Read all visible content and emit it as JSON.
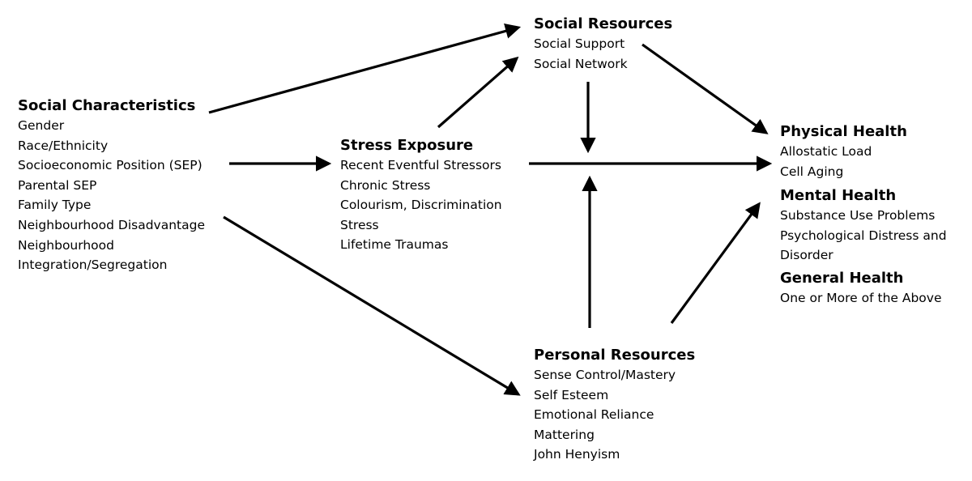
{
  "colors": {
    "background": "#ffffff",
    "ink": "#000000"
  },
  "nodes": {
    "social_characteristics": {
      "title": "Social Characteristics",
      "items": [
        "Gender",
        "Race/Ethnicity",
        "Socioeconomic Position (SEP)",
        "Parental SEP",
        "Family Type",
        "Neighbourhood Disadvantage",
        "Neighbourhood",
        "Integration/Segregation"
      ]
    },
    "stress_exposure": {
      "title": "Stress Exposure",
      "items": [
        "Recent Eventful Stressors",
        "Chronic Stress",
        "Colourism, Discrimination",
        "Stress",
        "Lifetime Traumas"
      ]
    },
    "social_resources": {
      "title": "Social Resources",
      "items": [
        "Social Support",
        "Social Network"
      ]
    },
    "personal_resources": {
      "title": "Personal Resources",
      "items": [
        "Sense Control/Mastery",
        "Self Esteem",
        "Emotional Reliance",
        "Mattering",
        "John Henyism"
      ]
    },
    "physical_health": {
      "title": "Physical Health",
      "items": [
        "Allostatic Load",
        "Cell Aging"
      ]
    },
    "mental_health": {
      "title": "Mental Health",
      "items": [
        "Substance Use Problems",
        "Psychological Distress and",
        "Disorder"
      ]
    },
    "general_health": {
      "title": "General Health",
      "items": [
        "One or More of the Above"
      ]
    }
  },
  "edges": [
    {
      "from": "social_characteristics",
      "to": "social_resources"
    },
    {
      "from": "social_characteristics",
      "to": "stress_exposure"
    },
    {
      "from": "social_characteristics",
      "to": "personal_resources"
    },
    {
      "from": "stress_exposure",
      "to": "social_resources"
    },
    {
      "from": "stress_exposure",
      "to": "physical_health"
    },
    {
      "from": "social_resources",
      "to": "physical_health"
    },
    {
      "from": "social_resources",
      "to": "stress_exposure-physical_health path"
    },
    {
      "from": "personal_resources",
      "to": "stress_exposure-physical_health path"
    },
    {
      "from": "personal_resources",
      "to": "mental_health"
    }
  ]
}
